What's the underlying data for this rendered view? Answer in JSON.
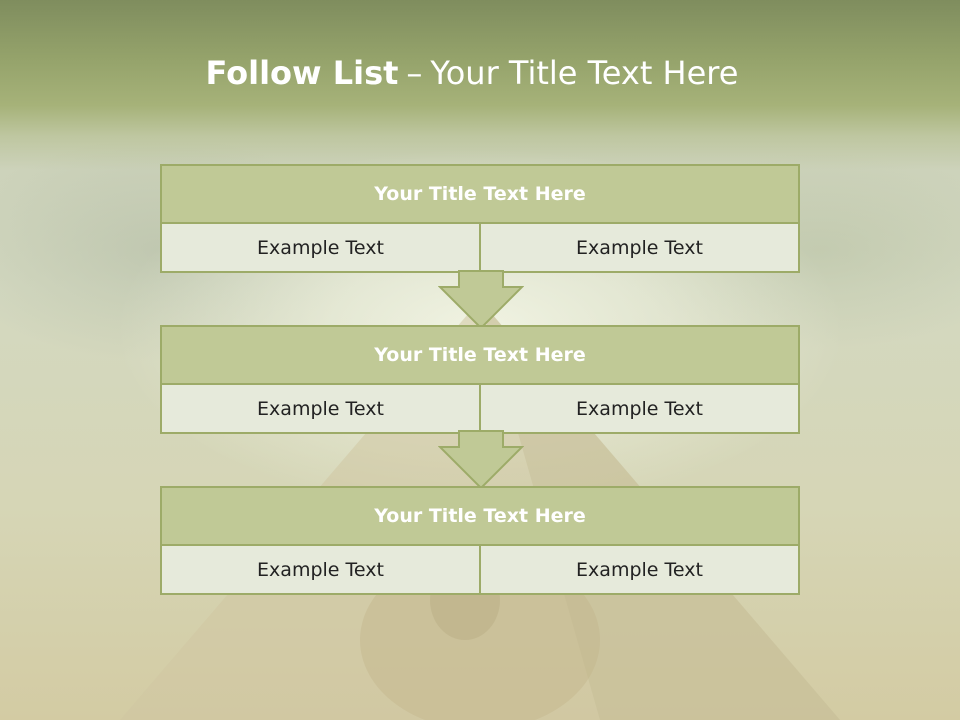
{
  "slide": {
    "title_bold": "Follow List",
    "title_separator": "–",
    "title_rest": "Your Title Text Here"
  },
  "steps": [
    {
      "title": "Your Title Text Here",
      "left": "Example Text",
      "right": "Example Text"
    },
    {
      "title": "Your Title Text Here",
      "left": "Example Text",
      "right": "Example Text"
    },
    {
      "title": "Your Title Text Here",
      "left": "Example Text",
      "right": "Example Text"
    }
  ],
  "colors": {
    "header_band": "#95a36b",
    "box_header": "#c0c996",
    "box_border": "#9dab68",
    "box_body": "#e6eadb"
  },
  "icons": {
    "connector": "down-arrow-icon"
  }
}
